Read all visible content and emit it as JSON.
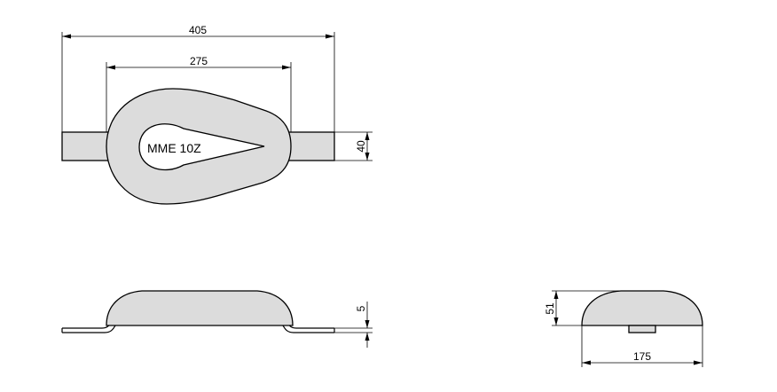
{
  "part_label": "MME 10Z",
  "dimensions": {
    "overall_length": "405",
    "body_length": "275",
    "strap_width": "40",
    "strap_thickness": "5",
    "body_height": "51",
    "body_width": "175"
  }
}
